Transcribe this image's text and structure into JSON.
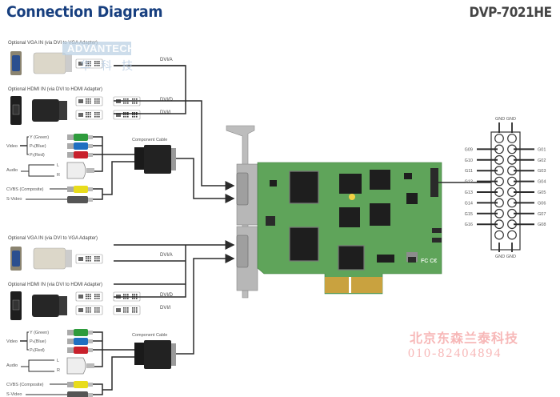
{
  "header": {
    "title": "Connection Diagram",
    "model": "DVP-7021HE"
  },
  "watermark": {
    "brand": "ADVANTECH",
    "chinese": "华科技"
  },
  "colors": {
    "title": "#173f7f",
    "model": "#444444",
    "pcb": "#5fa45a",
    "wire": "#2b2b2b",
    "watermark_red": "#f7b8b8",
    "y_green": "#2e9b3c",
    "pb_blue": "#1f6fc1",
    "pr_red": "#c8202b",
    "cvbs_yellow": "#e8dc1c"
  },
  "channels": [
    {
      "vga_label": "Optional VGA IN (via DVI to VGA Adapter)",
      "hdmi_label": "Optional HDMI IN (via DVI to HDMI Adapter)",
      "dvi_a": "DVI/A",
      "dvi_d": "DVI/D",
      "dvi_i": "DVI/I",
      "component_cable": "Component Cable",
      "video": "Video",
      "audio": "Audio",
      "y": "Y (Green)",
      "pb": "Pₕ(Blue)",
      "pr": "Pᵣ(Red)",
      "l": "L",
      "r": "R",
      "cvbs": "CVBS (Composite)",
      "svideo": "S-Video"
    },
    {
      "vga_label": "Optional VGA IN (via DVI to VGA Adapter)",
      "hdmi_label": "Optional HDMI IN (via DVI to HDMI Adapter)",
      "dvi_a": "DVI/A",
      "dvi_d": "DVI/D",
      "dvi_i": "DVI/I",
      "component_cable": "Component Cable",
      "video": "Video",
      "audio": "Audio",
      "y": "Y (Green)",
      "pb": "Pₕ(Blue)",
      "pr": "Pᵣ(Red)",
      "l": "L",
      "r": "R",
      "cvbs": "CVBS (Composite)",
      "svideo": "S-Video"
    }
  ],
  "gpio": {
    "gnd": "GND",
    "left": [
      "G09",
      "G10",
      "G11",
      "G12",
      "G13",
      "G14",
      "G15",
      "G16"
    ],
    "right": [
      "G01",
      "G02",
      "G03",
      "G04",
      "G05",
      "G06",
      "G07",
      "G08"
    ]
  },
  "contact": {
    "company": "北京东森兰泰科技",
    "phone": "010-82404894"
  }
}
